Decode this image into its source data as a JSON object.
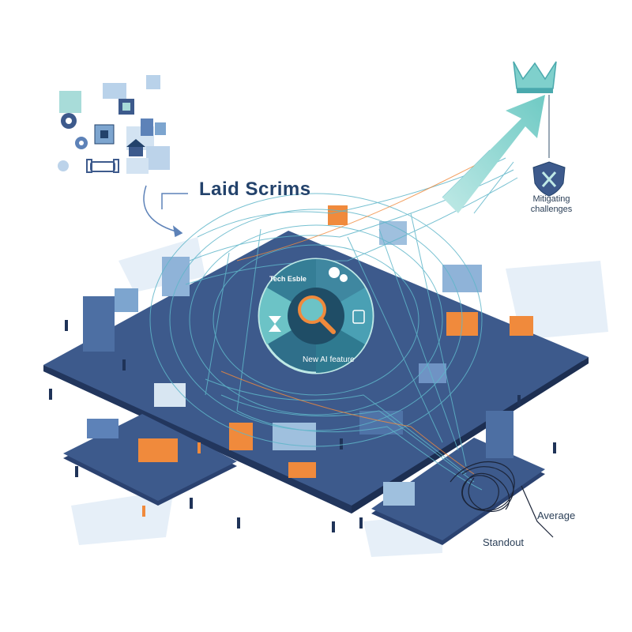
{
  "labels": {
    "title": "Laid Scrims",
    "mitigating": "Mitigating challenges",
    "average": "Average",
    "standout": "Standout",
    "wheel_top": "Tech Esble",
    "wheel_bottom": "New AI feature"
  },
  "icons": {
    "top_left_cluster": [
      "chip-icon",
      "gear-icon",
      "server-icon",
      "house-icon",
      "sofa-icon"
    ],
    "crown": "crown-icon",
    "shield": "shield-x-icon",
    "center": "magnifier-icon"
  },
  "colors": {
    "platform_top": "#3d5a8c",
    "platform_side": "#2b4270",
    "mesh": "#5fb6c9",
    "accent_orange": "#f08a3c",
    "arrow": "#7fd0cc",
    "wheel_dark": "#2f6f8a",
    "wheel_light": "#6cc3c6",
    "text_dark": "#23426b"
  }
}
